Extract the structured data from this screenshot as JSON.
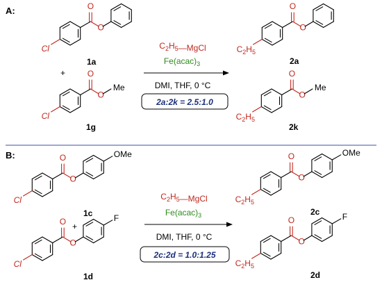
{
  "panel_a": {
    "label": "A:",
    "plus": "+",
    "reagent": "C2H5—MgCl",
    "catalyst": "Fe(acac)3",
    "conditions": "DMI, THF, 0 °C",
    "ratio": "2a:2k = 2.5:1.0",
    "compounds": {
      "c1a": {
        "id": "1a",
        "substituent": "Cl",
        "ester": "phenyl"
      },
      "c1g": {
        "id": "1g",
        "substituent": "Cl",
        "ester_label": "Me"
      },
      "c2a": {
        "id": "2a",
        "substituent": "C2H5"
      },
      "c2k": {
        "id": "2k",
        "substituent": "C2H5",
        "ester_label": "Me"
      }
    }
  },
  "panel_b": {
    "label": "B:",
    "plus": "+",
    "reagent": "C2H5—MgCl",
    "catalyst": "Fe(acac)3",
    "conditions": "DMI, THF, 0 °C",
    "ratio": "2c:2d = 1.0:1.25",
    "compounds": {
      "c1c": {
        "id": "1c",
        "substituent": "Cl",
        "aryl_substituent": "OMe"
      },
      "c1d": {
        "id": "1d",
        "substituent": "Cl",
        "aryl_substituent": "F"
      },
      "c2c": {
        "id": "2c",
        "substituent": "C2H5",
        "aryl_substituent": "OMe"
      },
      "c2d": {
        "id": "2d",
        "substituent": "C2H5",
        "aryl_substituent": "F"
      }
    }
  },
  "atoms": {
    "oxygen": "O"
  },
  "colors": {
    "halide": "#c0281e",
    "ethyl": "#c0281e",
    "reagent": "#c0281e",
    "catalyst": "#2f8a1e",
    "ratio": "#1a2f7a",
    "divider": "#3b4fa0"
  }
}
